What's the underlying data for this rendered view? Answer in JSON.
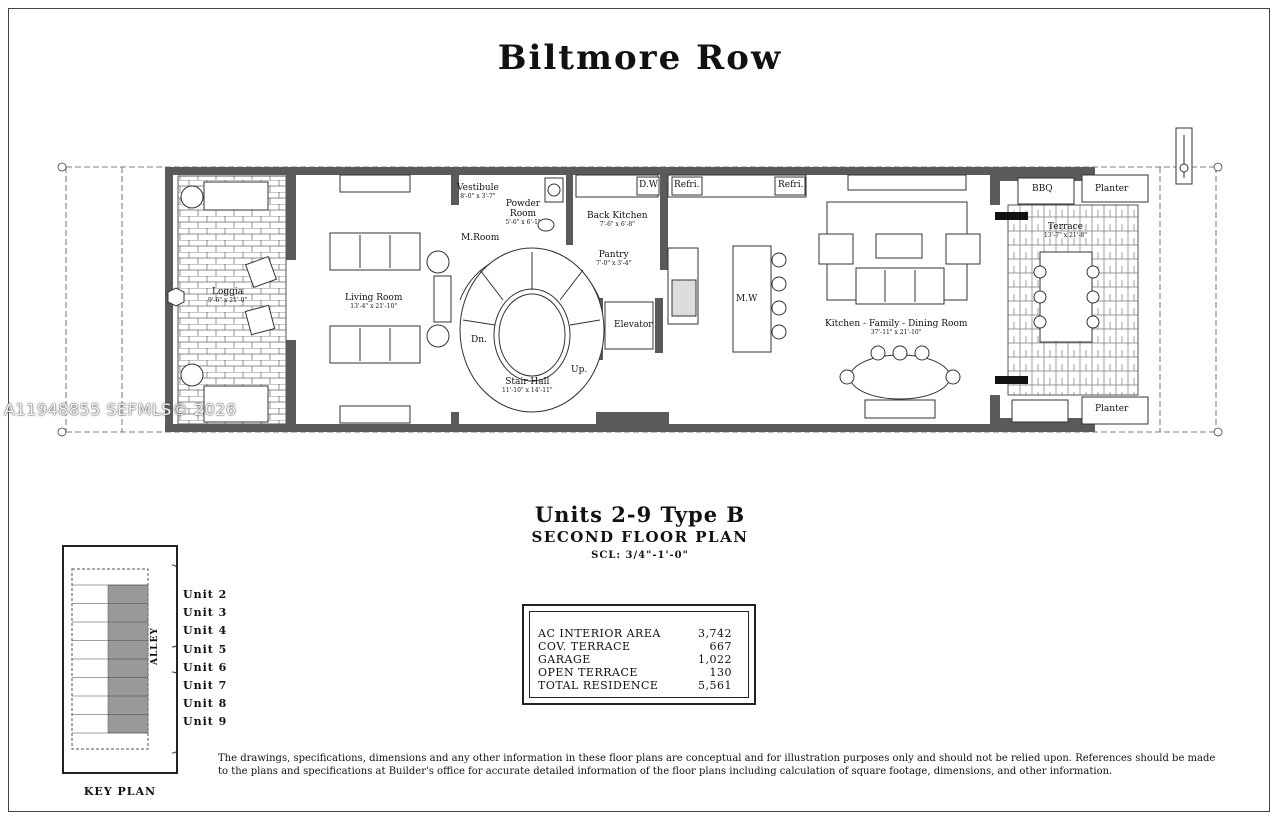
{
  "title": "Biltmore Row",
  "unit_type": "Units 2-9 Type B",
  "floor": "SECOND FLOOR PLAN",
  "scale": "SCL: 3/4\"-1'-0\"",
  "rooms": [
    {
      "name": "Loggia",
      "dims": "9'-6\" x 21'-0\""
    },
    {
      "name": "Living Room",
      "dims": "13'-4\" x 21'-10\""
    },
    {
      "name": "Vestibule",
      "dims": "8'-0\" x 3'-7\""
    },
    {
      "name": "Powder Room",
      "dims": "5'-6\" x 6'-1\""
    },
    {
      "name": "M.Room",
      "dims": ""
    },
    {
      "name": "Back Kitchen",
      "dims": "7'-6\" x 6'-8\""
    },
    {
      "name": "Pantry",
      "dims": "7'-0\" x 3'-4\""
    },
    {
      "name": "Elevator",
      "dims": ""
    },
    {
      "name": "Stair Hall",
      "dims": "11'-10\" x 14'-11\""
    },
    {
      "name": "Kitchen - Family - Dining Room",
      "dims": "37'-11\" x 21'-10\""
    },
    {
      "name": "Terrace",
      "dims": "13'-7\" x 21'-8\""
    }
  ],
  "fixtures": {
    "dw": "D.W",
    "refri": "Refri.",
    "mw": "M.W",
    "bbq": "BBQ",
    "planter": "Planter",
    "dn": "Dn.",
    "up": "Up."
  },
  "areas": [
    {
      "label": "AC INTERIOR AREA",
      "value": "3,742"
    },
    {
      "label": "COV. TERRACE",
      "value": "667"
    },
    {
      "label": "GARAGE",
      "value": "1,022"
    },
    {
      "label": "OPEN TERRACE",
      "value": "130"
    },
    {
      "label": "TOTAL RESIDENCE",
      "value": "5,561"
    }
  ],
  "key_plan": {
    "caption": "KEY PLAN",
    "alley": "ALLEY",
    "units": [
      "Unit 2",
      "Unit 3",
      "Unit 4",
      "Unit 5",
      "Unit 6",
      "Unit 7",
      "Unit 8",
      "Unit 9"
    ]
  },
  "disclaimer": "The drawings, specifications, dimensions and any other information in these floor plans are conceptual and for illustration purposes only and should not be relied upon. References should be made to the plans and specifications at Builder's office for accurate detailed information of the floor plans including calculation of square footage, dimensions, and other information.",
  "watermark": "A11948855  SEFMLS© 2026"
}
